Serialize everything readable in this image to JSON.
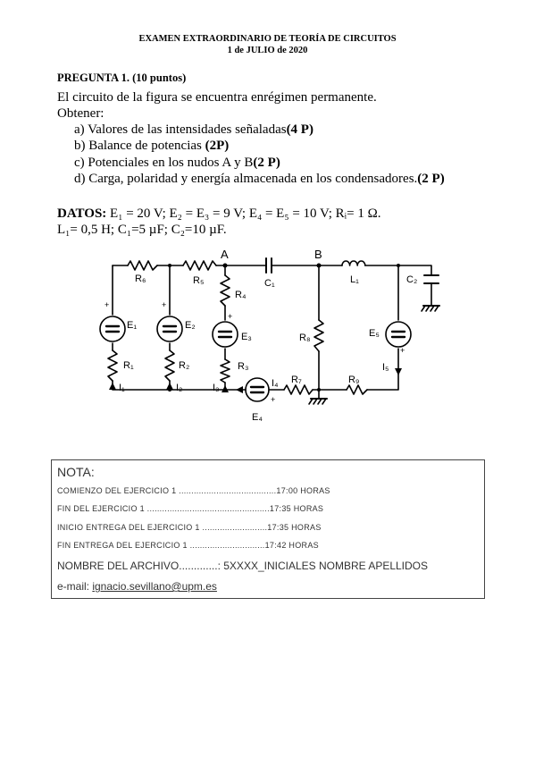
{
  "header": {
    "line1": "EXAMEN EXTRAORDINARIO DE TEORÍA DE CIRCUITOS",
    "line2": "1 de JULIO de 2020"
  },
  "question": {
    "title": "PREGUNTA 1. (10 puntos)",
    "intro1": "El circuito de la figura se encuentra enrégimen permanente.",
    "intro2": "Obtener:",
    "items": [
      {
        "text": "a)  Valores de las intensidades señaladas",
        "points": "(4 P)"
      },
      {
        "text": "b)  Balance de potencias ",
        "points": "(2P)"
      },
      {
        "text": "c)  Potenciales en los nudos A y B",
        "points": "(2 P)"
      },
      {
        "text": "d)  Carga, polaridad y energía almacenada en los condensadores.",
        "points": "(2 P)"
      }
    ]
  },
  "datos": {
    "label": "DATOS:",
    "line1": "E₁ = 20 V; E₂ = E₃ = 9 V; E₄ = E₅ = 10 V; Rᵢ= 1 Ω.",
    "line2": "L₁= 0,5 H; C₁=5 µF; C₂=10 µF."
  },
  "circuit": {
    "node_a": "A",
    "node_b": "B",
    "R6": "R₆",
    "R5": "R₅",
    "R4": "R₄",
    "R3": "R₃",
    "R2": "R₂",
    "R1": "R₁",
    "R8": "R₈",
    "R7": "R₇",
    "R9": "R₉",
    "C1": "C₁",
    "C2": "C₂",
    "L1": "L₁",
    "E1": "E₁",
    "E2": "E₂",
    "E3": "E₃",
    "E4": "E₄",
    "E5": "E₅",
    "I1": "I₁",
    "I2": "I₂",
    "I3": "I₃",
    "I4": "I₄",
    "I5": "I₅",
    "plus": "+"
  },
  "nota": {
    "title": "NOTA:",
    "line1": "COMIENZO DEL EJERCICIO 1 .......................................17:00 HORAS",
    "line2": "FIN DEL EJERCICIO 1 .................................................17:35 HORAS",
    "line3": "INICIO ENTREGA DEL EJERCICIO 1 ..........................17:35 HORAS",
    "line4": "FIN ENTREGA DEL EJERCICIO 1 ..............................17:42 HORAS",
    "line5": "NOMBRE DEL ARCHIVO.............: 5XXXX_INICIALES NOMBRE APELLIDOS",
    "email_label": "e-mail: ",
    "email": "ignacio.sevillano@upm.es"
  }
}
